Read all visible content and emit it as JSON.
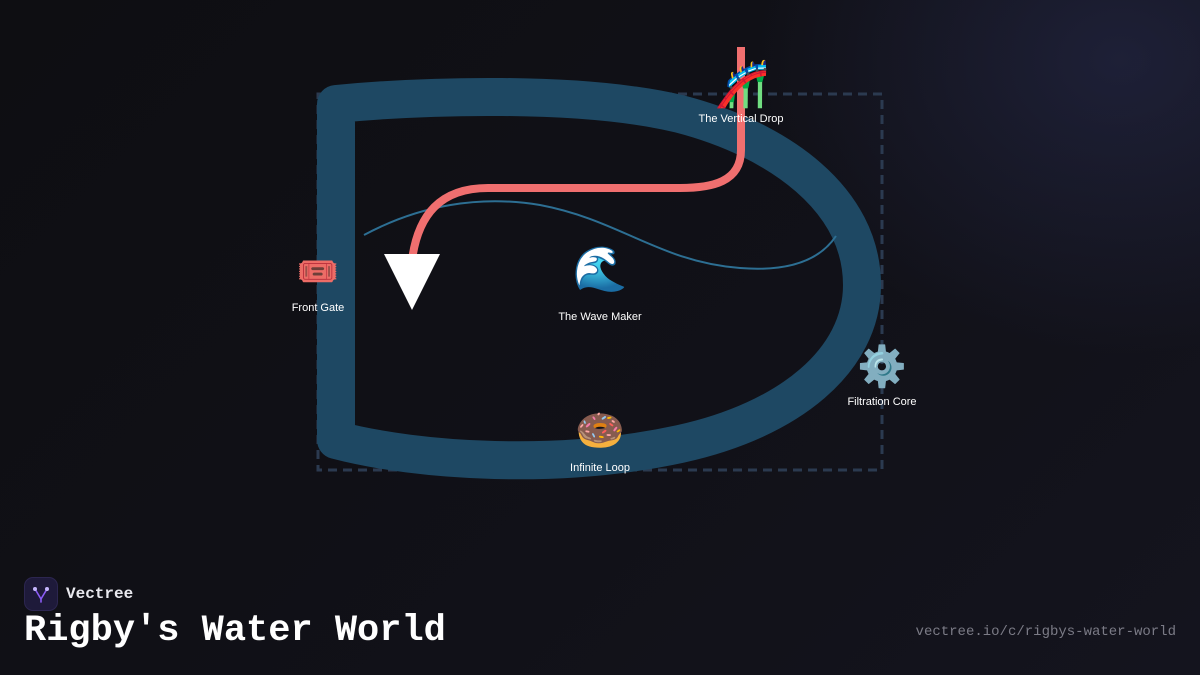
{
  "brand": {
    "name": "Vectree",
    "logo_icon": "vectree-fork-icon"
  },
  "page": {
    "title": "Rigby's Water World",
    "url": "vectree.io/c/rigbys-water-world"
  },
  "colors": {
    "background": "#0f0f13",
    "track": "#1e4863",
    "thin_line": "#2d6f93",
    "boundary": "#2b3a50",
    "drop_route": "#f06f6f",
    "arrow": "#ffffff",
    "brand_accent": "#8b5cf6"
  },
  "stations": [
    {
      "id": "front-gate",
      "label": "Front Gate",
      "icon": "ticket-icon",
      "glyph": "🎟️"
    },
    {
      "id": "wave-maker",
      "label": "The Wave Maker",
      "icon": "wave-icon",
      "glyph": "🌊"
    },
    {
      "id": "vertical-drop",
      "label": "The Vertical Drop",
      "icon": "roller-coaster-icon",
      "glyph": "🎢"
    },
    {
      "id": "filtration-core",
      "label": "Filtration Core",
      "icon": "gear-icon",
      "glyph": "⚙️"
    },
    {
      "id": "infinite-loop",
      "label": "Infinite Loop",
      "icon": "donut-icon",
      "glyph": "🍩"
    }
  ]
}
